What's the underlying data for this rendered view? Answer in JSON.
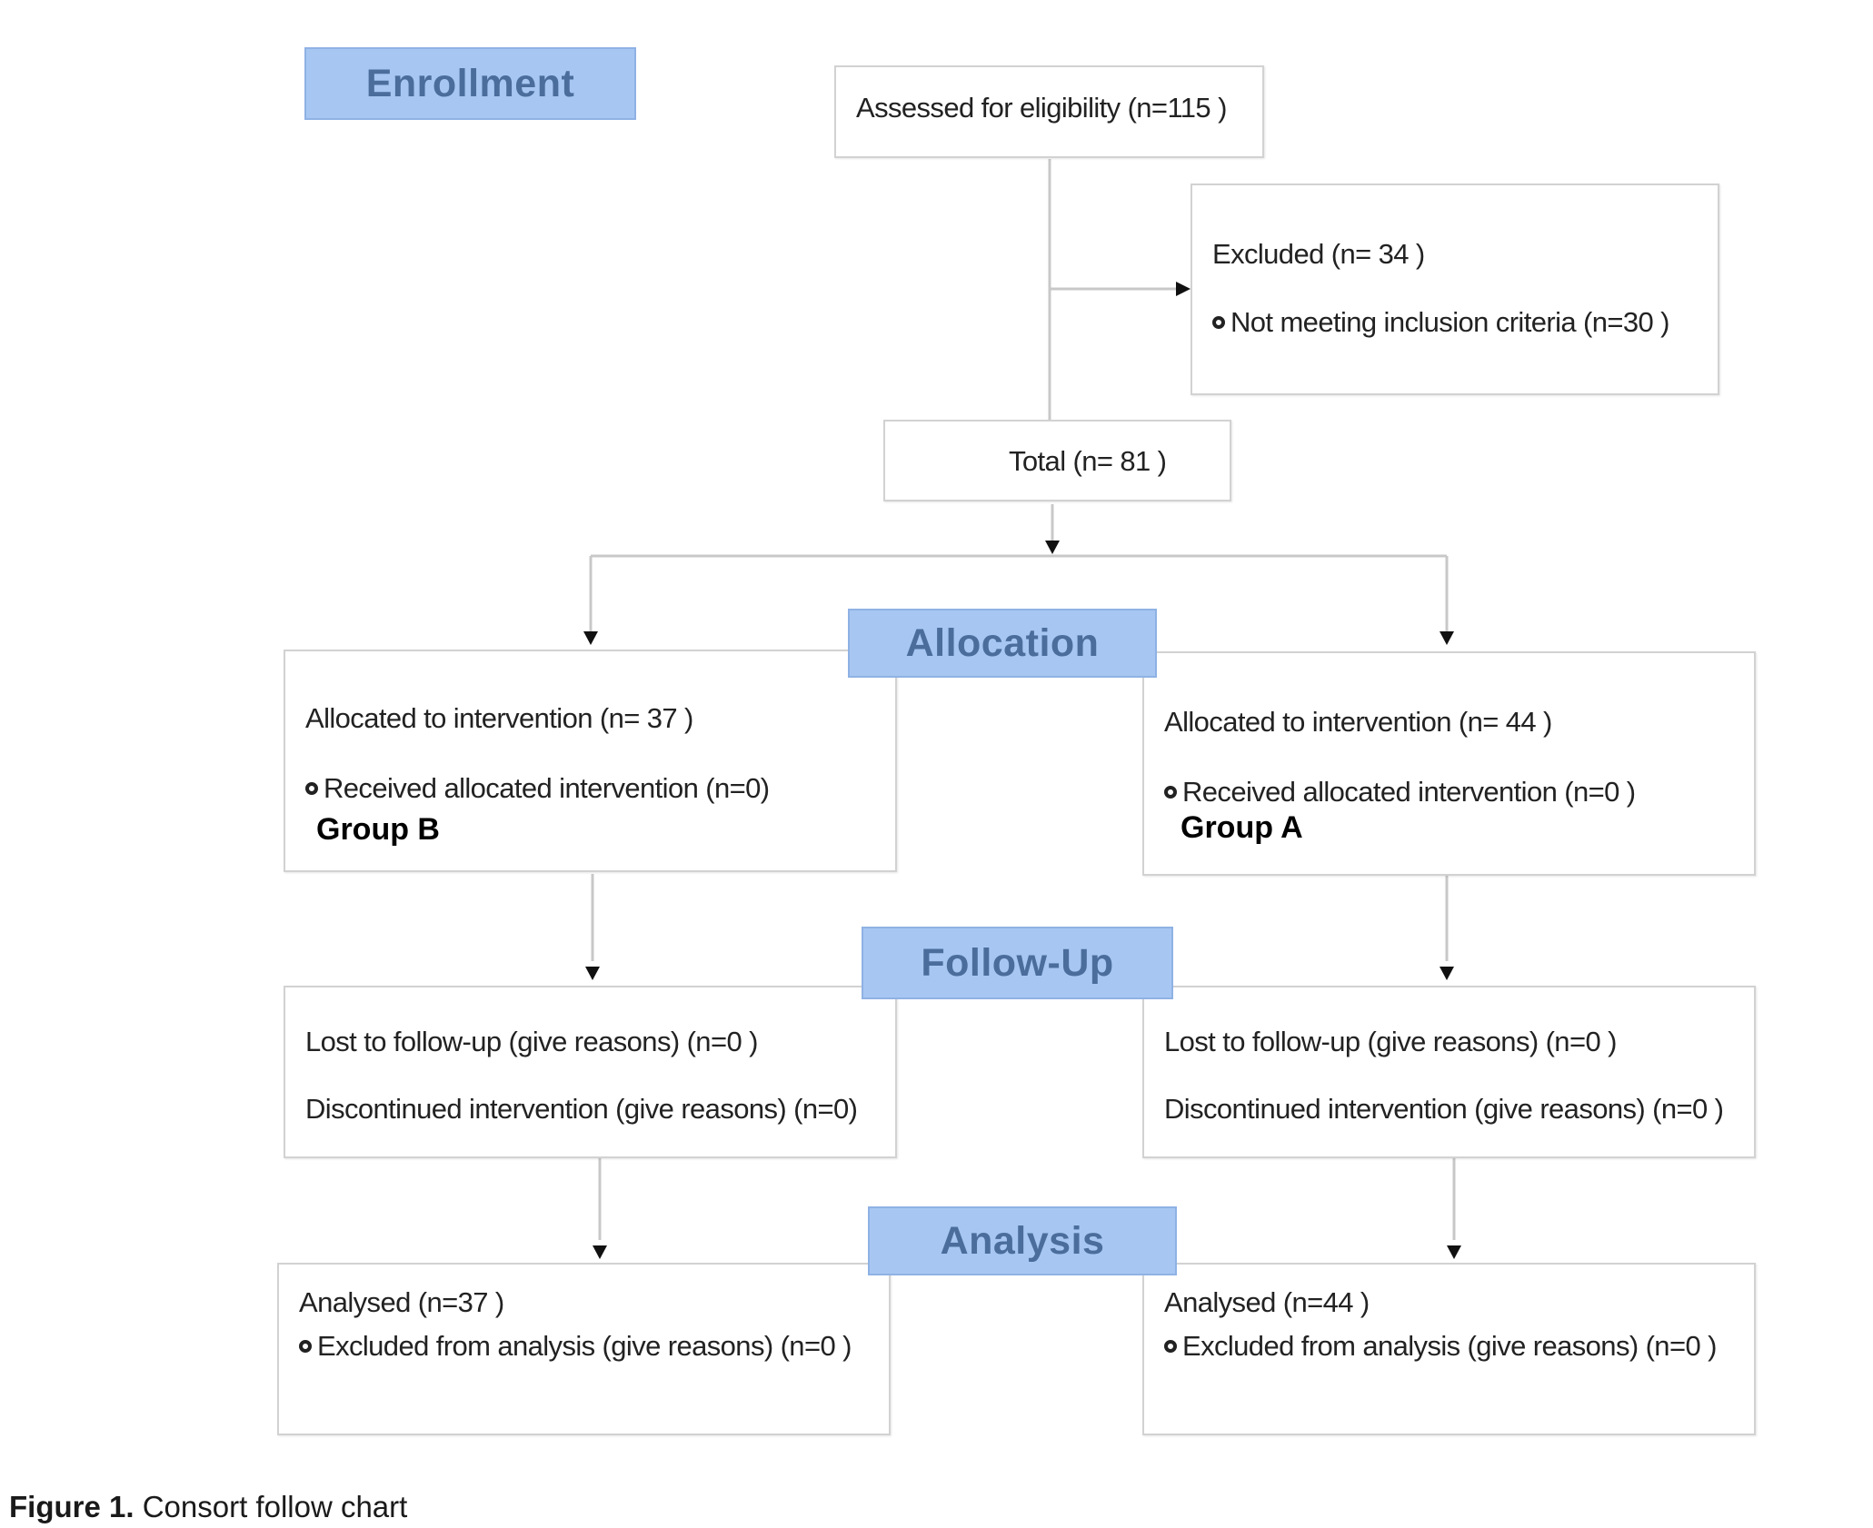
{
  "stages": {
    "enrollment": "Enrollment",
    "allocation": "Allocation",
    "follow_up": "Follow-Up",
    "analysis": "Analysis"
  },
  "enrollment": {
    "assessed": "Assessed for eligibility (n=115  )",
    "excluded_title": "Excluded  (n= 34  )",
    "excluded_reason": "Not meeting inclusion criteria (n=30  )",
    "total": "Total  (n= 81 )"
  },
  "group_b": {
    "label": "Group B",
    "allocated": "Allocated to intervention (n= 37 )",
    "received": "Received allocated intervention (n=0)",
    "lost": "Lost to follow-up (give reasons) (n=0 )",
    "discontinued": "Discontinued intervention (give reasons) (n=0)",
    "analysed": "Analysed  (n=37  )",
    "excluded_analysis": "Excluded from analysis (give reasons) (n=0 )"
  },
  "group_a": {
    "label": "Group  A",
    "allocated": "Allocated to intervention (n= 44 )",
    "received": "Received allocated intervention (n=0  )",
    "lost": "Lost to follow-up (give reasons) (n=0  )",
    "discontinued": "Discontinued intervention (give reasons) (n=0 )",
    "analysed": "Analysed  (n=44  )",
    "excluded_analysis": "Excluded from analysis (give reasons) (n=0 )"
  },
  "caption": {
    "label": "Figure 1.",
    "text": " Consort follow chart"
  },
  "colors": {
    "stage_fill": "#a7c7f2",
    "stage_text": "#4b6d9c",
    "box_border": "#d2d2d2",
    "connector": "#c8c8c8"
  }
}
